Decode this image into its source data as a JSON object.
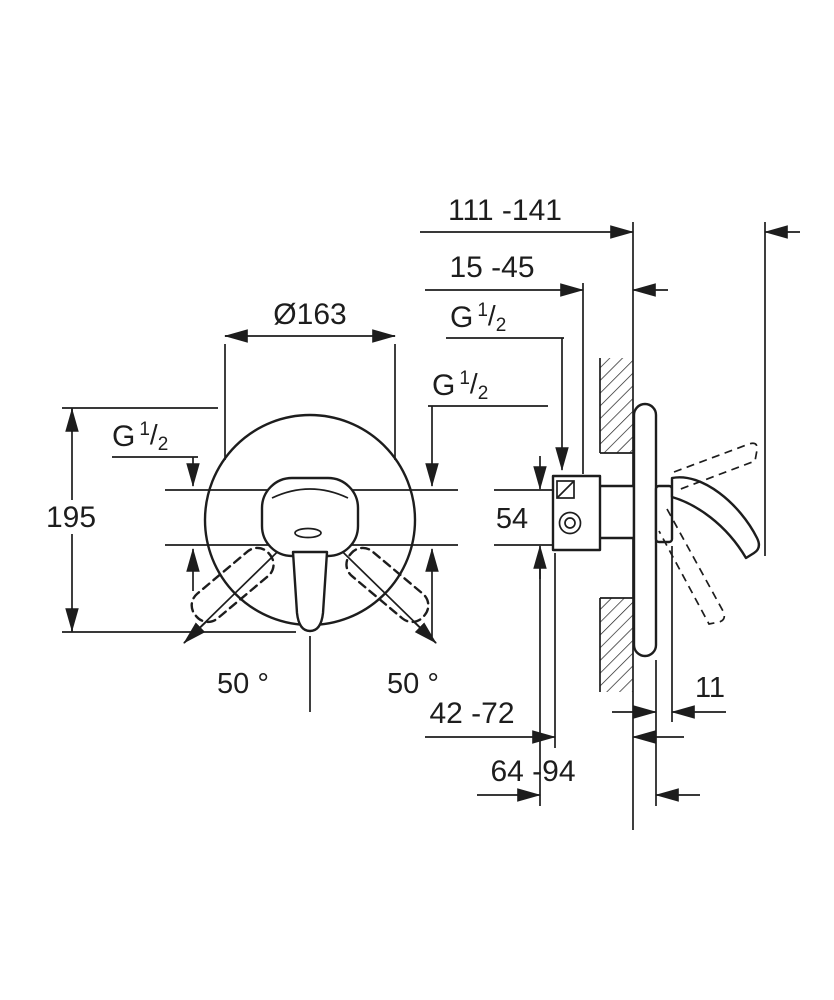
{
  "labels": {
    "dim_depth_total": "111 -141",
    "dim_depth_box": "15 -45",
    "dim_diameter": "Ø163",
    "dim_height": "195",
    "dim_port_spacing": "54",
    "angle_left": "50 °",
    "angle_right": "50 °",
    "dim_escutcheon_gap": "11",
    "dim_depth_range_inner": "42 -72",
    "dim_depth_range_outer": "64 -94",
    "thread": {
      "base": "G",
      "sup": "1",
      "slash": "/",
      "sub": "2"
    }
  },
  "colors": {
    "line": "#1d1d1d",
    "background": "#ffffff"
  }
}
